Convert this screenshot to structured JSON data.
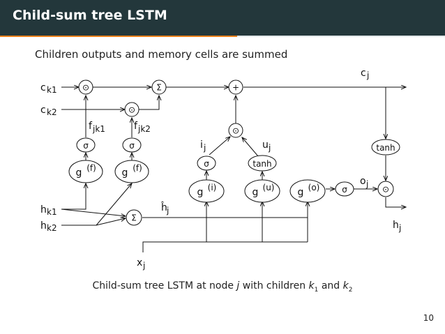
{
  "header": {
    "title": "Child-sum tree LSTM"
  },
  "subtitle": "Children outputs and memory cells are summed",
  "caption": {
    "prefix": "Child-sum tree LSTM at node ",
    "j": "j",
    "mid": " with children ",
    "k": "k",
    "k1sub": "1",
    "and": " and ",
    "k2sub": "2"
  },
  "page_number": "10",
  "diagram": {
    "ops": {
      "mult": "⊙",
      "sum": "Σ",
      "plus": "+",
      "sigma": "σ",
      "tanh": "tanh",
      "g": "g"
    },
    "labels": {
      "ck1": "c",
      "ck1_sub": "k1",
      "ck2": "c",
      "ck2_sub": "k2",
      "fjk1": "f",
      "fjk1_sub": "jk1",
      "fjk2": "f",
      "fjk2_sub": "jk2",
      "gf_sup": "(f)",
      "gi_sup": "(i)",
      "gu_sup": "(u)",
      "go_sup": "(o)",
      "ij": "i",
      "ij_sub": "j",
      "uj": "u",
      "uj_sub": "j",
      "oj": "o",
      "oj_sub": "j",
      "cj": "c",
      "cj_sub": "j",
      "hj": "h",
      "hj_sub": "j",
      "hhat": "ĥ",
      "hhat_sub": "j",
      "hk1": "h",
      "hk1_sub": "k1",
      "hk2": "h",
      "hk2_sub": "k2",
      "xj": "x",
      "xj_sub": "j"
    }
  }
}
